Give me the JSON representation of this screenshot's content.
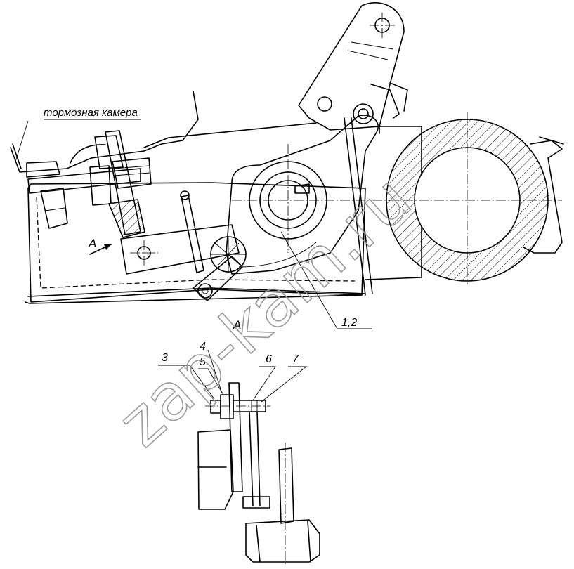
{
  "diagram": {
    "brake_chamber_label": "тормозная камера",
    "view_arrow_label": "A",
    "view_title": "A",
    "callouts": {
      "c12": "1,2",
      "c3": "3",
      "c4": "4",
      "c5": "5",
      "c6": "6",
      "c7": "7"
    },
    "watermark": "zap-kam.ru"
  }
}
